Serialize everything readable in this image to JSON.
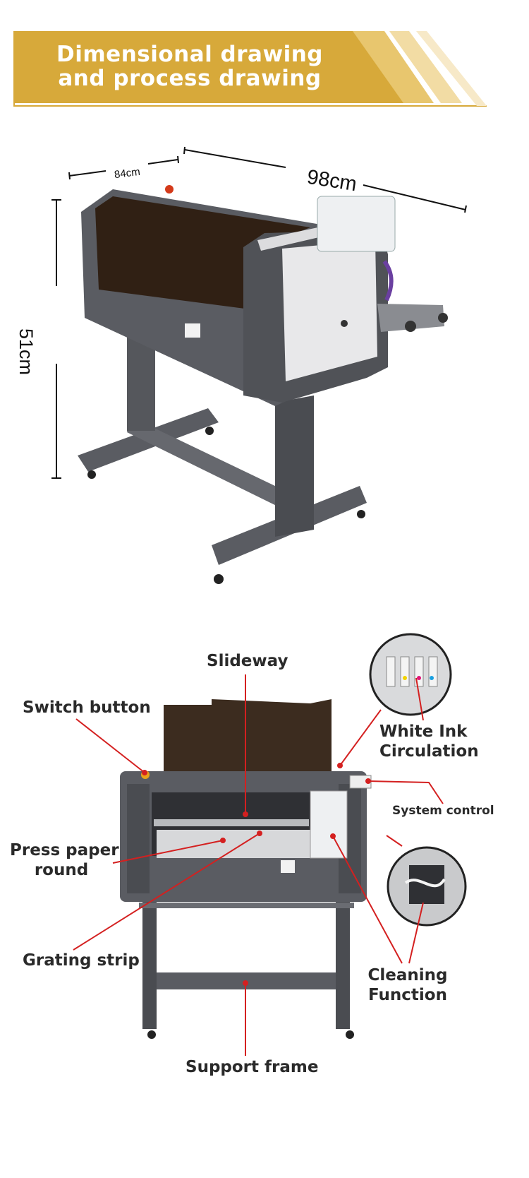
{
  "banner": {
    "title_line1": "Dimensional drawing",
    "title_line2": "and process drawing",
    "color": "#D7A93A"
  },
  "dimensions": {
    "depth": "84cm",
    "width": "98cm",
    "height": "51cm"
  },
  "callouts": {
    "slideway": "Slideway",
    "switch_button": "Switch button",
    "white_ink_line1": "White Ink",
    "white_ink_line2": "Circulation",
    "system_control": "System control",
    "press_paper_line1": "Press paper",
    "press_paper_line2": "round",
    "grating_strip": "Grating strip",
    "cleaning_line1": "Cleaning",
    "cleaning_line2": "Function",
    "support_frame": "Support frame"
  },
  "colors": {
    "machine_body": "#5a5c62",
    "machine_dark": "#3d3e42",
    "panel_white": "#e8e8ea",
    "leader_red": "#d42020",
    "lid_tint": "#2b1a0c"
  }
}
